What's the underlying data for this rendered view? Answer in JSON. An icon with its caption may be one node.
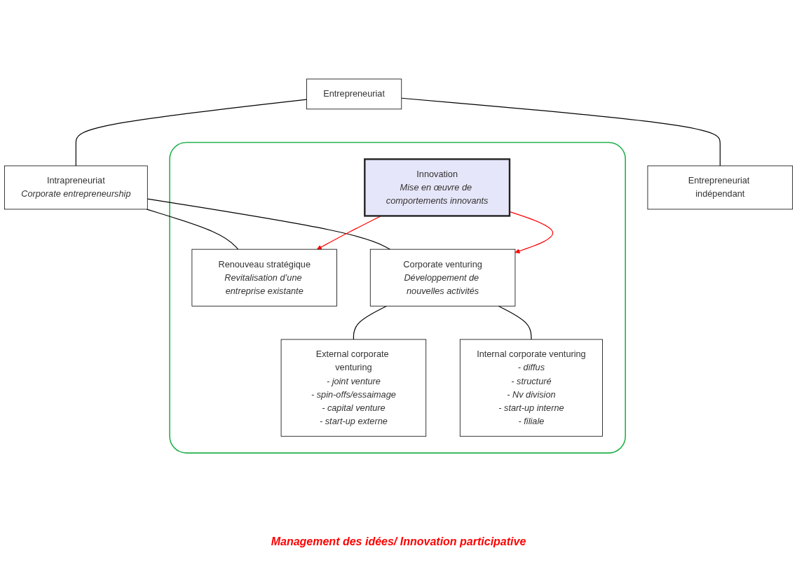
{
  "diagram": {
    "nodes": [
      {
        "text": [
          "Entrepreneuriat"
        ]
      },
      {
        "text": [
          "Entrepreneuriat indépendant"
        ]
      },
      {
        "text": [
          "Intrapreneuriat",
          "Corporate entrepreneurship"
        ]
      },
      {
        "text": [],
        "shape": "box"
      },
      {
        "text": [
          "Renouveau stratégique",
          "Revitalisation d’une entreprise existante"
        ],
        "in": 3
      },
      {
        "text": [
          "Corporate venturing",
          "Développement de nouvelles activités"
        ],
        "in": 3
      },
      {
        "text": [
          "Innovation",
          "Mise en œuvre de comportements innovants"
        ],
        "in": 3
      },
      {
        "text": [
          "External corporate venturing",
          "- joint venture",
          "- spin-offs/essaimage",
          "- capital venture",
          "- start-up externe"
        ],
        "in": 3
      },
      {
        "text": [
          "Internal corporate venturing",
          "- diffus",
          "- structuré",
          "- Nv division",
          "- start-up interne",
          "- filiale"
        ],
        "in": 3
      }
    ],
    "edges": [
      {
        "from": 0,
        "to": 1,
        "arrow": "none"
      },
      {
        "from": 0,
        "to": 2,
        "arrow": "none"
      },
      {
        "from": 2,
        "to": 4,
        "arrow": "none"
      },
      {
        "from": 2,
        "to": 5,
        "arrow": "none"
      },
      {
        "from": 6,
        "to": 4,
        "arrow": "to",
        "color": "#ff0000"
      },
      {
        "from": 6,
        "to": 5,
        "arrow": "to",
        "color": "#ff0000"
      },
      {
        "from": 5,
        "to": 7,
        "arrow": "none"
      },
      {
        "from": 5,
        "to": 8,
        "arrow": "none"
      }
    ],
    "labels": [
      "Management des idées/ Innovation participative"
    ]
  }
}
